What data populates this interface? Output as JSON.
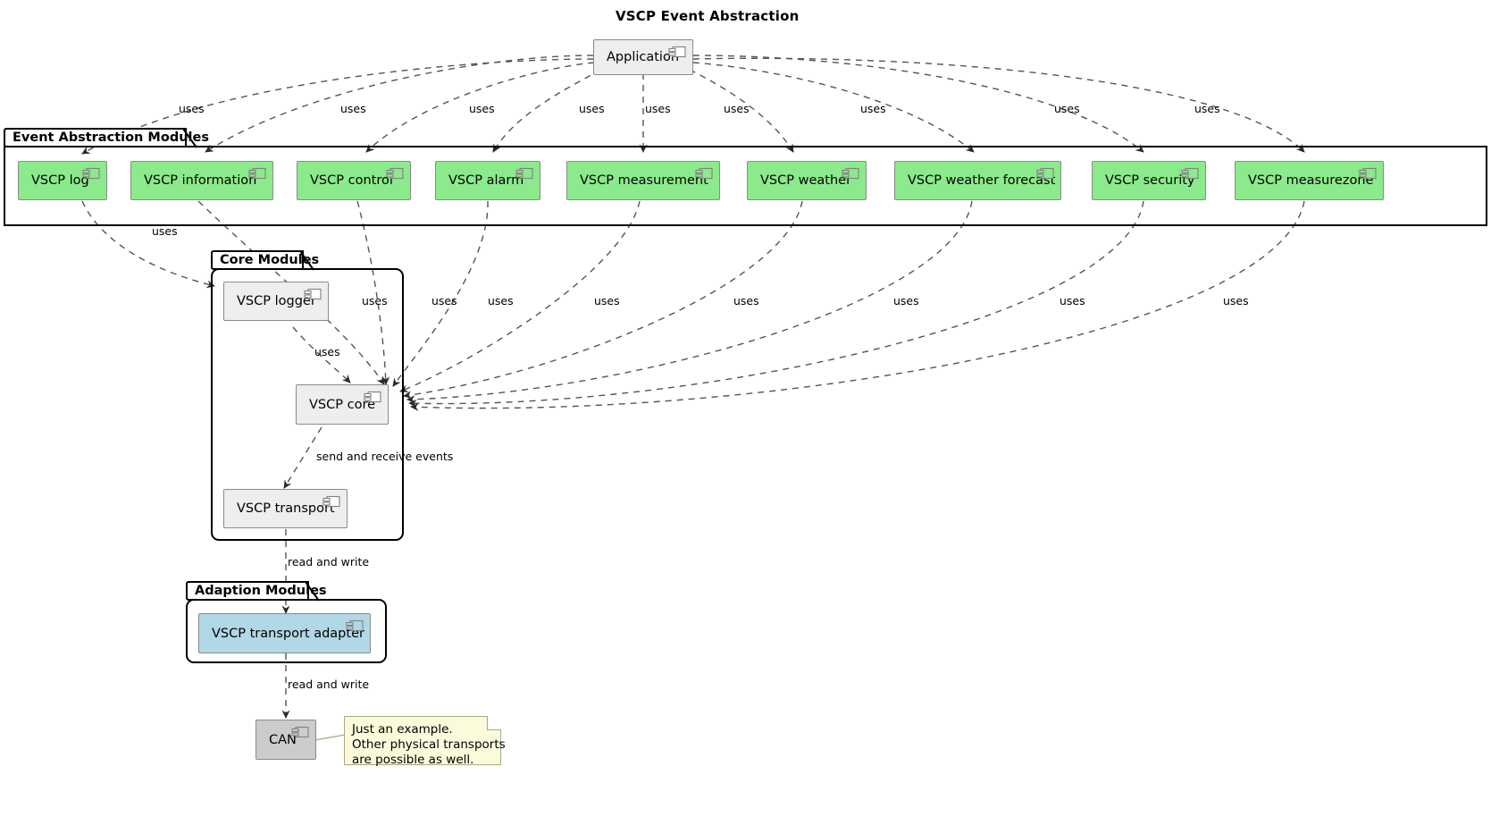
{
  "diagram": {
    "title": "VSCP Event Abstraction",
    "colors": {
      "green": "#8bea8b",
      "gray": "#eeeeee",
      "dark_gray": "#cccccc",
      "blue": "#b0d8e6",
      "note": "#fbfbdc",
      "border": "#8a8a8a",
      "line": "#555555"
    }
  },
  "application": {
    "label": "Application",
    "icon": "component-icon"
  },
  "packages": {
    "event_abstraction": {
      "label": "Event Abstraction Modules"
    },
    "core": {
      "label": "Core Modules"
    },
    "adaption": {
      "label": "Adaption Modules"
    }
  },
  "event_modules": [
    {
      "label": "VSCP log"
    },
    {
      "label": "VSCP information"
    },
    {
      "label": "VSCP control"
    },
    {
      "label": "VSCP alarm"
    },
    {
      "label": "VSCP measurement"
    },
    {
      "label": "VSCP weather"
    },
    {
      "label": "VSCP weather forecast"
    },
    {
      "label": "VSCP security"
    },
    {
      "label": "VSCP measurezone"
    }
  ],
  "core_modules": [
    {
      "label": "VSCP logger"
    },
    {
      "label": "VSCP core"
    },
    {
      "label": "VSCP transport"
    }
  ],
  "adaption_modules": [
    {
      "label": "VSCP transport adapter"
    }
  ],
  "physical": [
    {
      "label": "CAN"
    }
  ],
  "edge_labels": {
    "uses_row_top": [
      "uses",
      "uses",
      "uses",
      "uses",
      "uses",
      "uses",
      "uses",
      "uses",
      "uses"
    ],
    "uses_row_mid": [
      "uses",
      "uses",
      "uses",
      "uses",
      "uses",
      "uses",
      "uses",
      "uses",
      "uses"
    ],
    "logger_uses": "uses",
    "send_receive": "send and receive events",
    "read_write_1": "read and write",
    "read_write_2": "read and write"
  },
  "note": {
    "lines": [
      "Just an example.",
      "Other physical transports",
      "are possible as well."
    ]
  }
}
